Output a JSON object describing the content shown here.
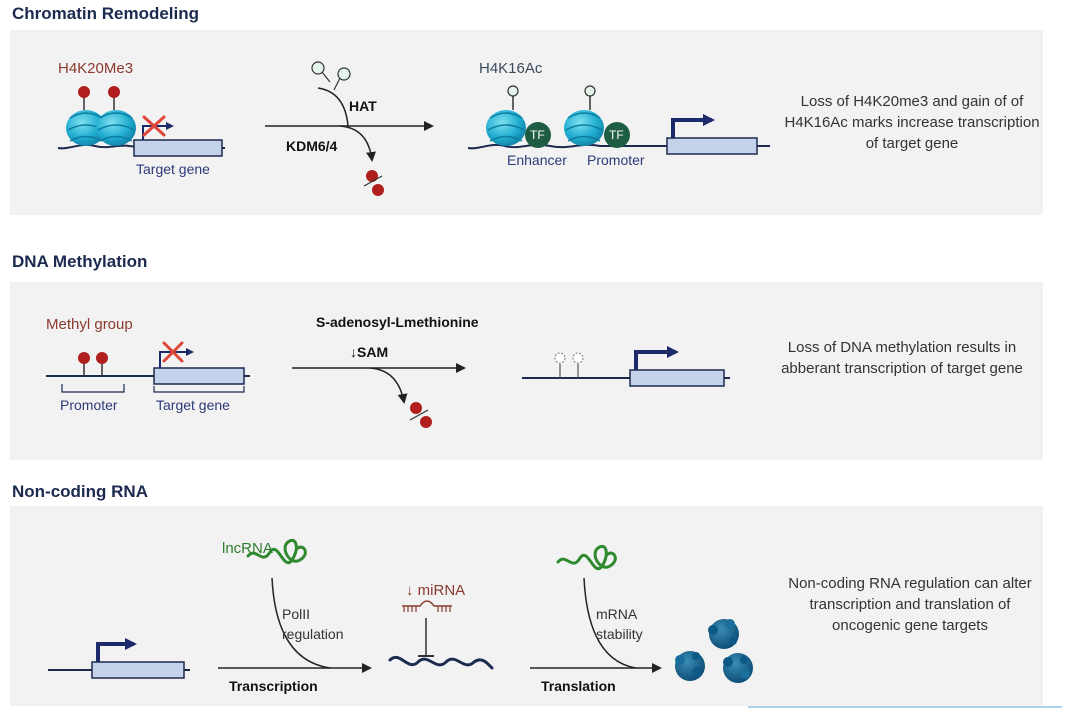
{
  "chromatin": {
    "title": "Chromatin Remodeling",
    "mark_before": "H4K20Me3",
    "target_gene": "Target gene",
    "hat": "HAT",
    "kdm": "KDM6/4",
    "mark_after": "H4K16Ac",
    "tf1": "TF",
    "tf2": "TF",
    "enhancer": "Enhancer",
    "promoter": "Promoter",
    "description": "Loss of H4K20me3 and gain of of H4K16Ac marks increase transcription of target gene"
  },
  "dna_methylation": {
    "title": "DNA Methylation",
    "methyl_group": "Methyl group",
    "promoter": "Promoter",
    "target_gene": "Target gene",
    "sam_full": "S-adenosyl-Lmethionine",
    "sam_short": "↓SAM",
    "description": "Loss of DNA methylation results in abberant transcription of target gene"
  },
  "noncoding": {
    "title": "Non-coding RNA",
    "lncrna": "lncRNA",
    "polii_1": "PolII",
    "polii_2": "regulation",
    "transcription": "Transcription",
    "mirna": "↓ miRNA",
    "mrna_1": "mRNA",
    "mrna_2": "stability",
    "translation": "Translation",
    "description": "Non-coding RNA regulation can alter transcription and translation of oncogenic gene targets"
  },
  "colors": {
    "navy": "#1c2a4f",
    "histone": "#29b5d6",
    "mark_red": "#b01e1e",
    "tf_green": "#1f5c44",
    "lncrna_green": "#2f7d2f",
    "gene_box": "#c5d3ea",
    "panel_bg": "#f2f2f2"
  }
}
